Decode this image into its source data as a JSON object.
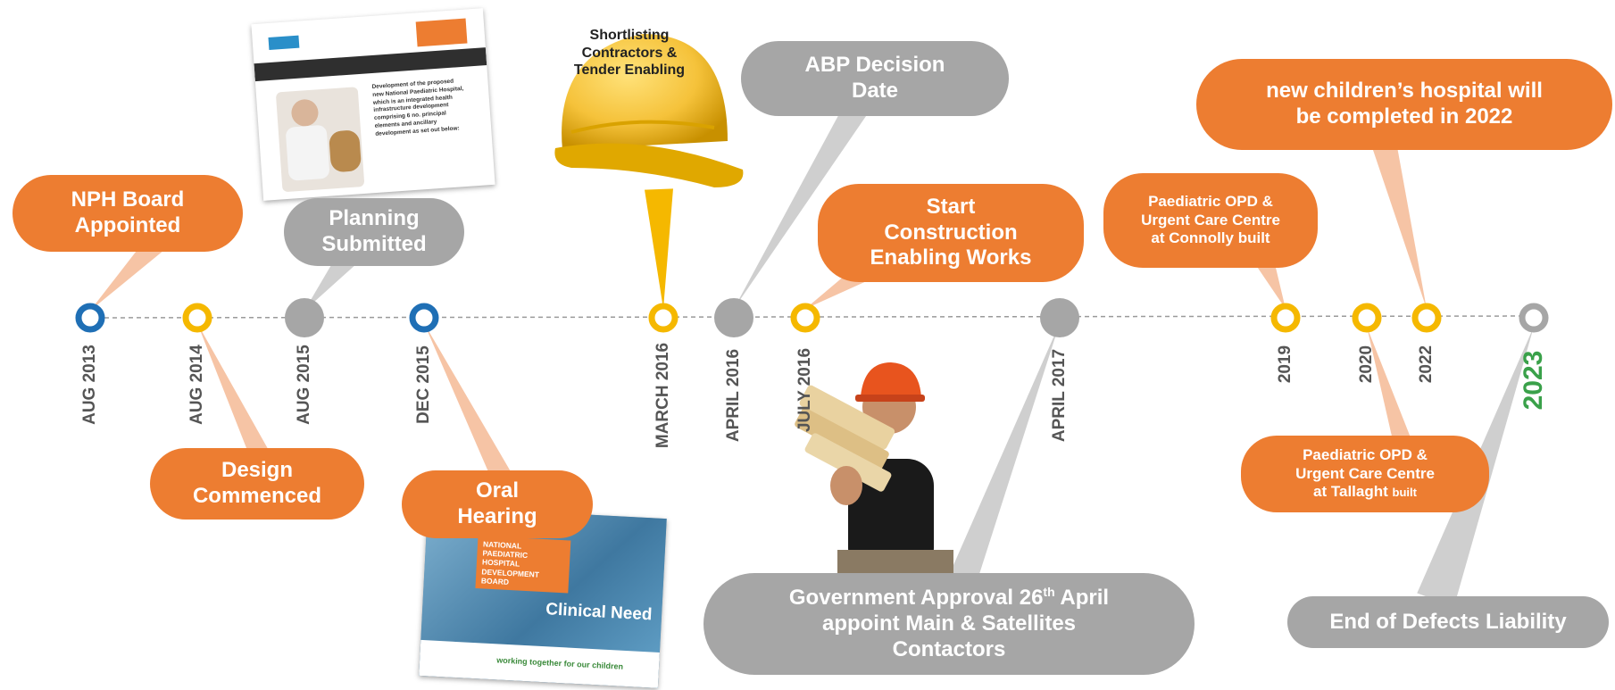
{
  "colors": {
    "orange": "#ED7D31",
    "grey": "#A6A6A6",
    "blue": "#1F6FB5",
    "yellow": "#F5B800",
    "green": "#3AA14A"
  },
  "timeline": {
    "markers": [
      {
        "id": "aug2013",
        "date": "AUG 2013",
        "style": "blue-ring"
      },
      {
        "id": "aug2014",
        "date": "AUG 2014",
        "style": "yellow-ring"
      },
      {
        "id": "aug2015",
        "date": "AUG 2015",
        "style": "grey-dot"
      },
      {
        "id": "dec2015",
        "date": "DEC 2015",
        "style": "blue-ring"
      },
      {
        "id": "mar2016",
        "date": "MARCH 2016",
        "style": "yellow-ring"
      },
      {
        "id": "apr2016",
        "date": "APRIL 2016",
        "style": "grey-dot"
      },
      {
        "id": "jul2016",
        "date": "JULY 2016",
        "style": "yellow-ring"
      },
      {
        "id": "apr2017",
        "date": "APRIL 2017",
        "style": "grey-dot"
      },
      {
        "id": "y2019",
        "date": "2019",
        "style": "yellow-ring"
      },
      {
        "id": "y2020",
        "date": "2020",
        "style": "yellow-ring"
      },
      {
        "id": "y2022",
        "date": "2022",
        "style": "yellow-ring"
      },
      {
        "id": "y2023",
        "date": "2023",
        "style": "grey-ring"
      }
    ]
  },
  "callouts": {
    "nph_board": "NPH Board\nAppointed",
    "design_commenced": "Design\nCommenced",
    "planning_submitted": "Planning\nSubmitted",
    "oral_hearing": "Oral\nHearing",
    "shortlisting": "Shortlisting\nContractors &\nTender Enabling",
    "abp_decision": "ABP Decision\nDate",
    "start_construction": "Start\nConstruction\nEnabling Works",
    "gov_approval_line1_a": "Government Approval 26",
    "gov_approval_sup": "th",
    "gov_approval_line1_b": " April",
    "gov_approval_line2": "appoint Main & Satellites",
    "gov_approval_line3": "Contactors",
    "connolly": "Paediatric OPD &\nUrgent Care Centre\nat Connolly built",
    "tallaght_a": "Paediatric OPD &\nUrgent Care Centre\nat Tallaght ",
    "tallaght_b": "built",
    "completed_2022": "new children’s hospital will\nbe completed in 2022",
    "defects": "End of Defects Liability"
  },
  "images": {
    "website_thumb_text": "Development of the proposed new National Paediatric Hospital, which is an integrated health infrastructure development comprising 6 no. principal elements and ancillary development as set out below:",
    "slide_org": "NATIONAL\nPAEDIATRIC\nHOSPITAL\nDEVELOPMENT\nBOARD",
    "slide_title": "Clinical Need",
    "slide_footer": "working together for our children"
  }
}
